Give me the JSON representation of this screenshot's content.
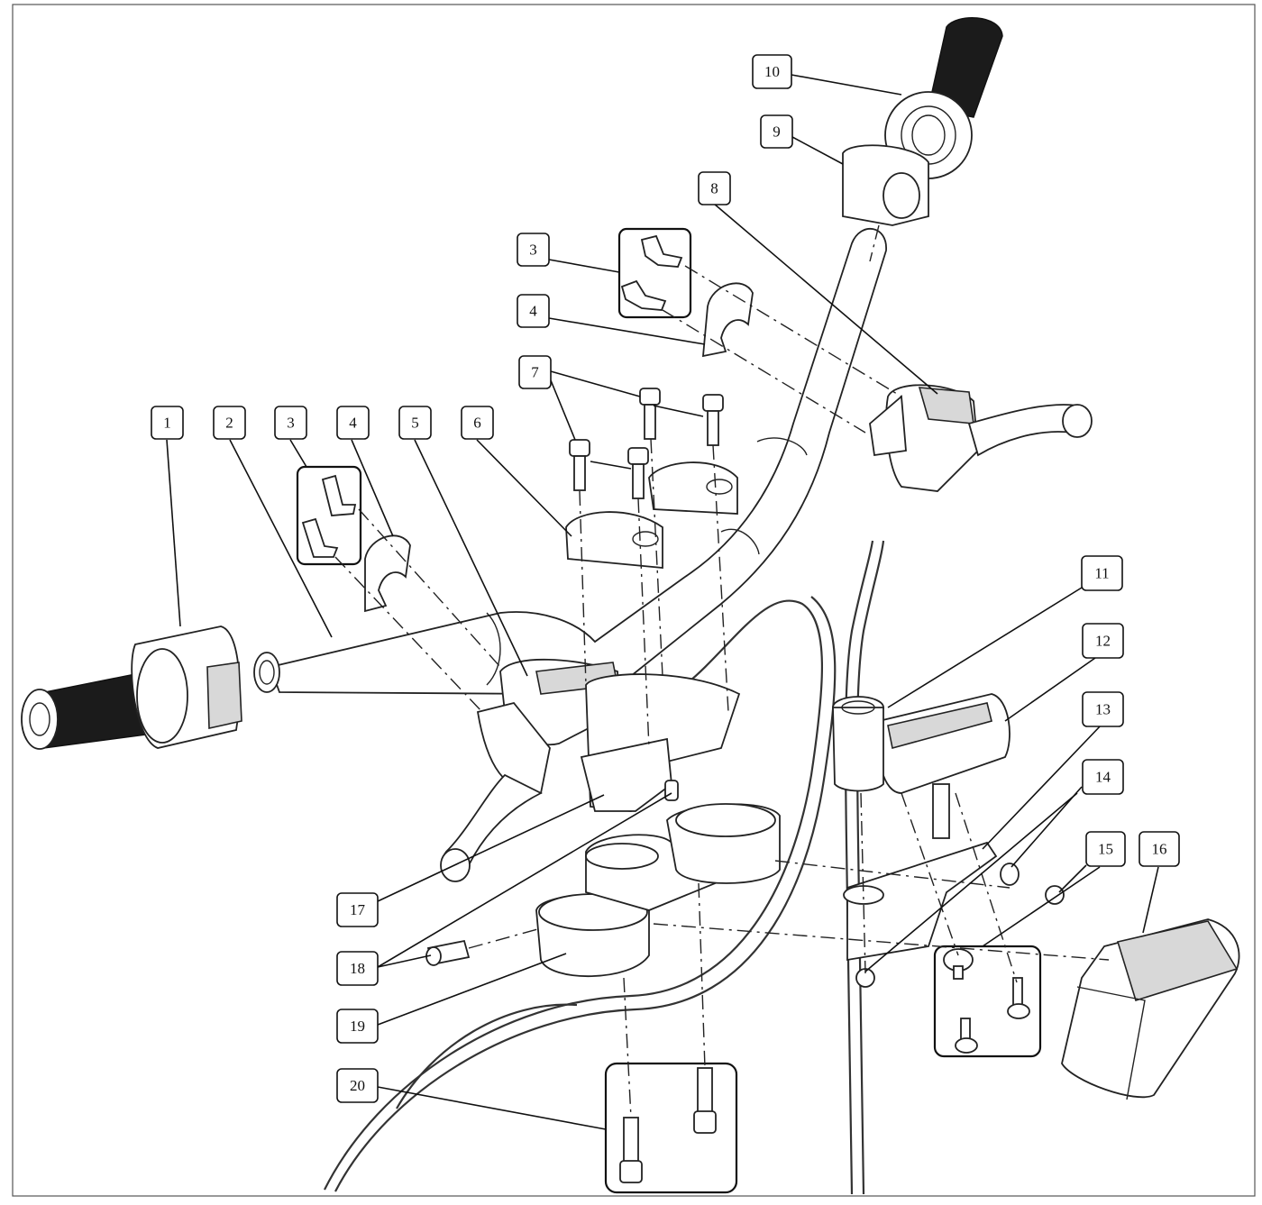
{
  "callouts": [
    {
      "id": "c1",
      "label": "1"
    },
    {
      "id": "c2",
      "label": "2"
    },
    {
      "id": "c3a",
      "label": "3"
    },
    {
      "id": "c4a",
      "label": "4"
    },
    {
      "id": "c5",
      "label": "5"
    },
    {
      "id": "c6",
      "label": "6"
    },
    {
      "id": "c3b",
      "label": "3"
    },
    {
      "id": "c4b",
      "label": "4"
    },
    {
      "id": "c7",
      "label": "7"
    },
    {
      "id": "c8",
      "label": "8"
    },
    {
      "id": "c9",
      "label": "9"
    },
    {
      "id": "c10",
      "label": "10"
    },
    {
      "id": "c11",
      "label": "11"
    },
    {
      "id": "c12",
      "label": "12"
    },
    {
      "id": "c13",
      "label": "13"
    },
    {
      "id": "c14",
      "label": "14"
    },
    {
      "id": "c15",
      "label": "15"
    },
    {
      "id": "c16",
      "label": "16"
    },
    {
      "id": "c17",
      "label": "17"
    },
    {
      "id": "c18",
      "label": "18"
    },
    {
      "id": "c19",
      "label": "19"
    },
    {
      "id": "c20",
      "label": "20"
    }
  ]
}
